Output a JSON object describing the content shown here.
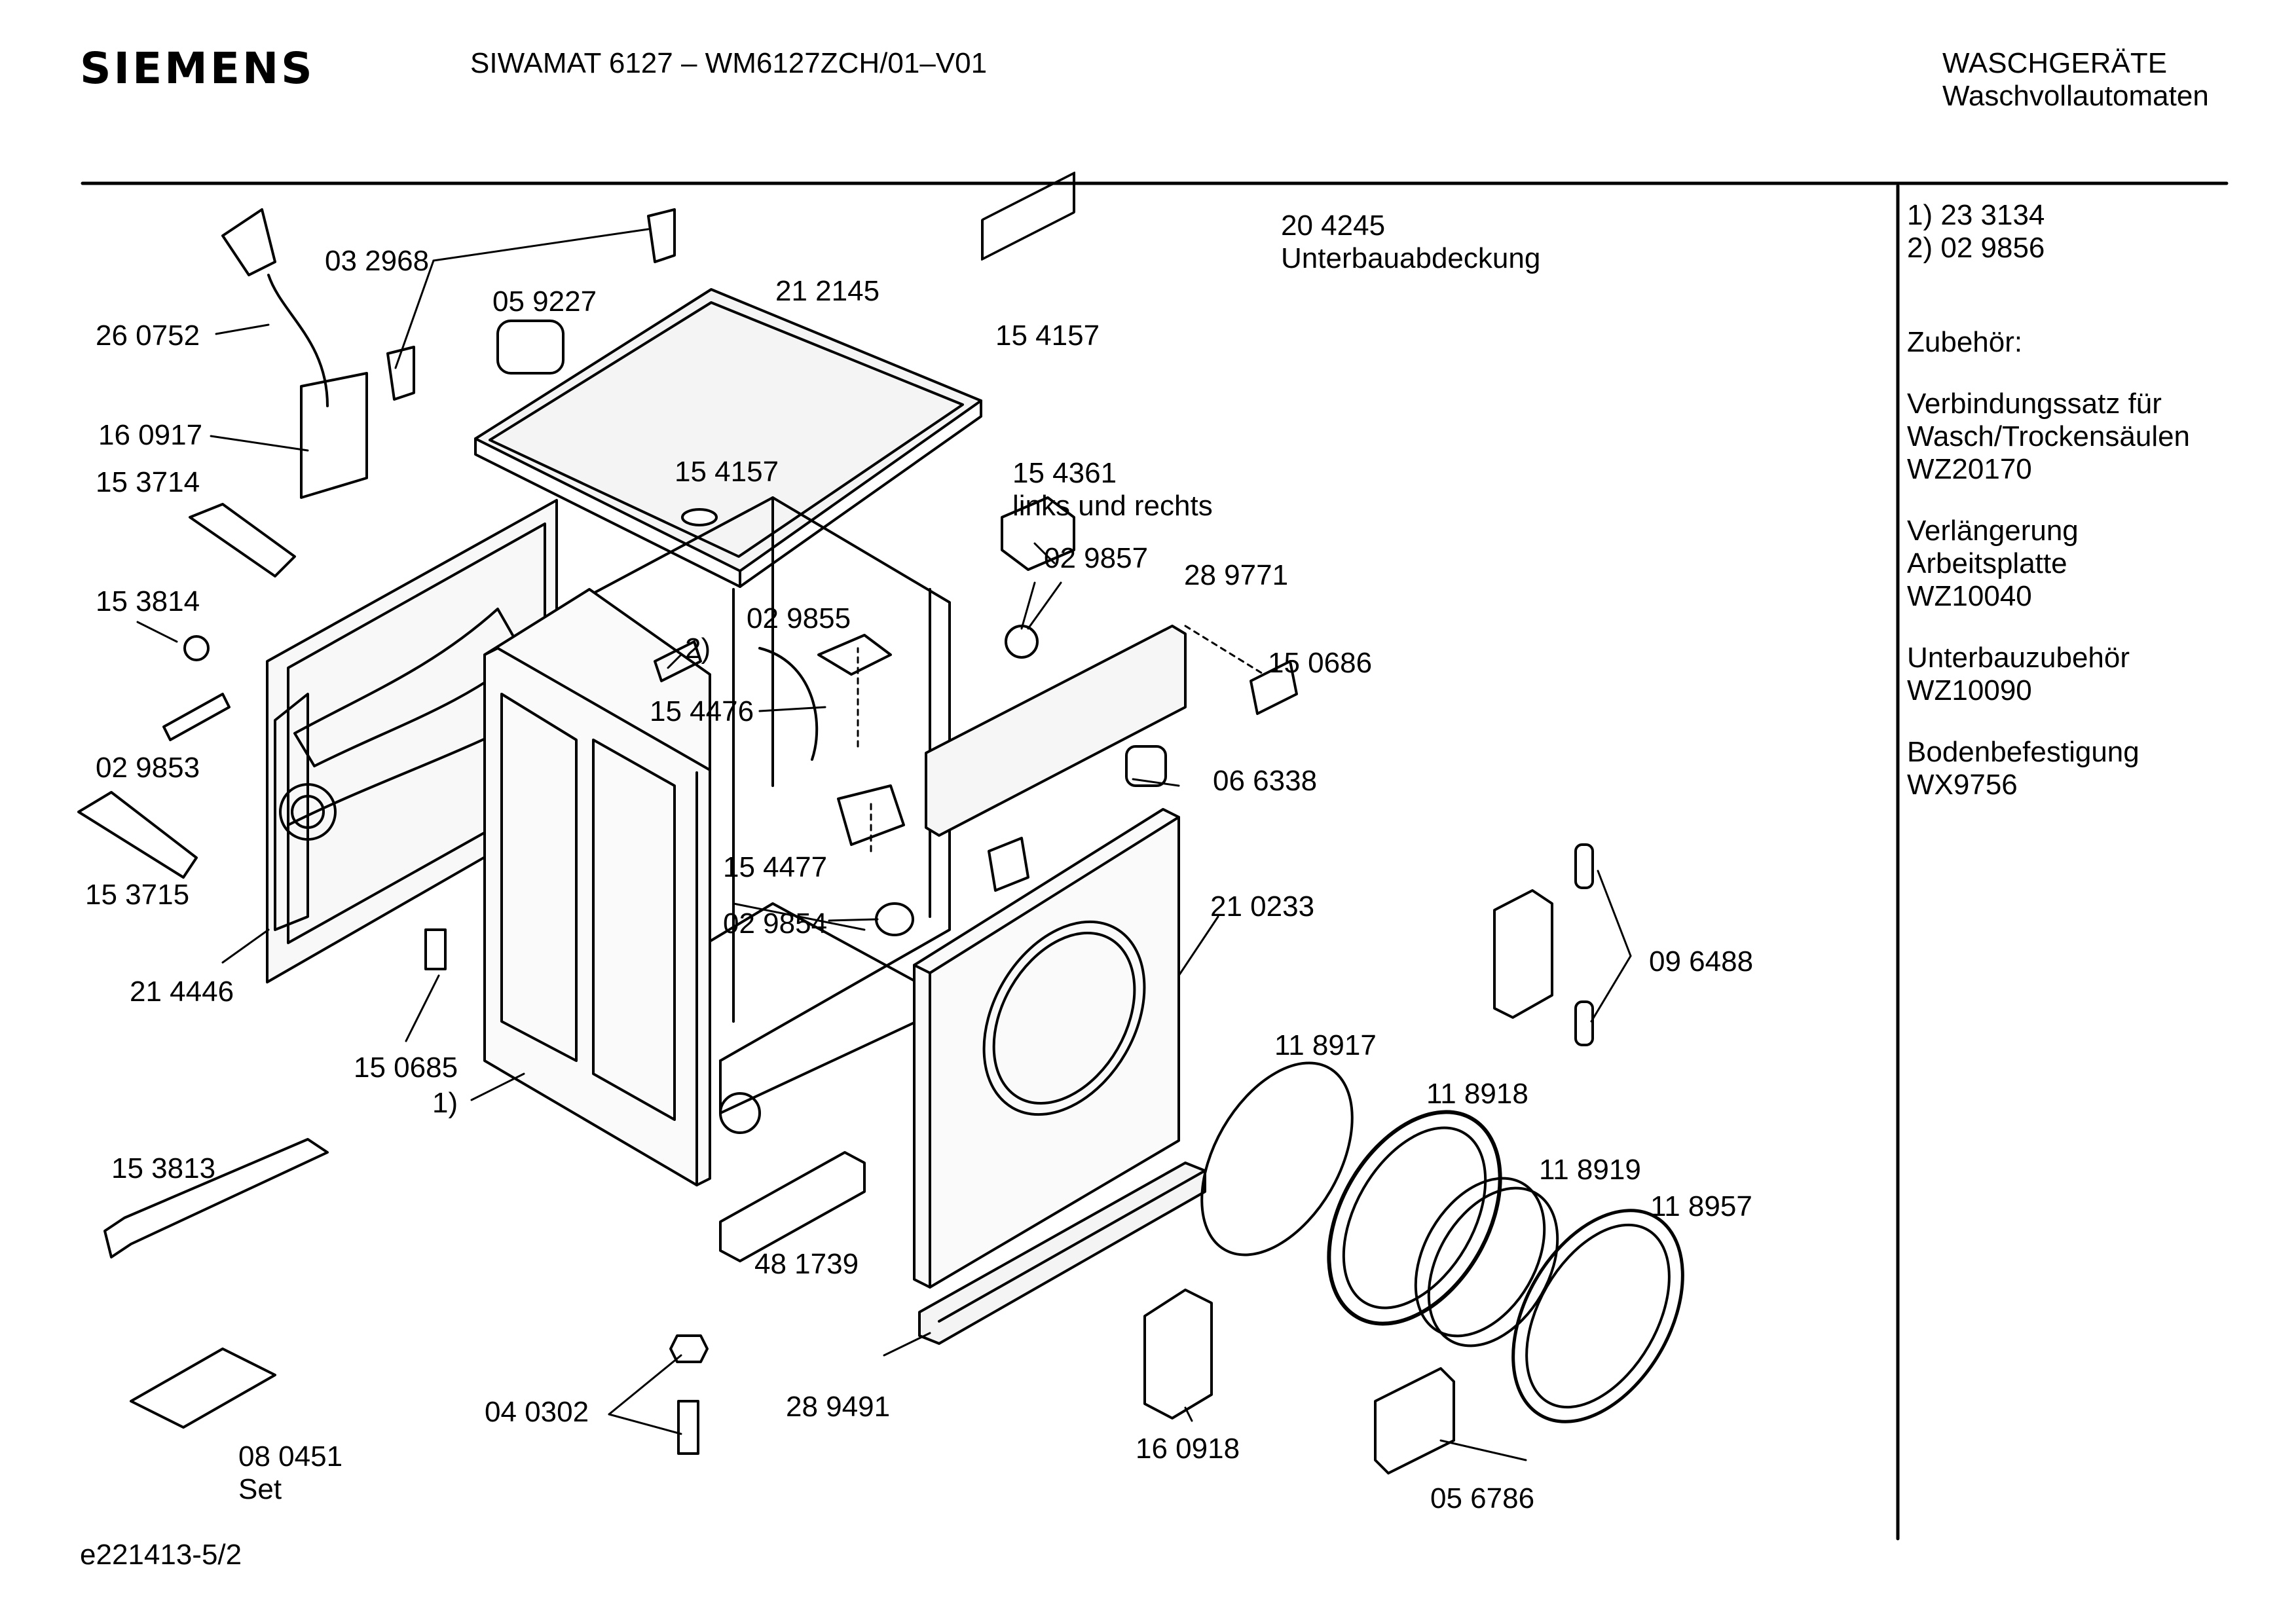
{
  "header": {
    "brand": "SIEMENS",
    "model": "SIWAMAT 6127 – WM6127ZCH/01–V01",
    "category": "WASCHGERÄTE",
    "subcategory": "Waschvollautomaten"
  },
  "parts": {
    "p260752": "26 0752",
    "p032968": "03 2968",
    "p059227": "05 9227",
    "p212145": "21 2145",
    "p204245": "20 4245",
    "p204245_desc": "Unterbauabdeckung",
    "p154157a": "15 4157",
    "p160917": "16 0917",
    "p153714": "15 3714",
    "p154157b": "15 4157",
    "p154361": "15 4361",
    "p154361_desc": "links und rechts",
    "p029857": "02 9857",
    "p289771": "28 9771",
    "p153814": "15 3814",
    "p029855": "02 9855",
    "p2": "2)",
    "p150686": "15 0686",
    "p154476": "15 4476",
    "p029853": "02 9853",
    "p066338": "06 6338",
    "p153715": "15 3715",
    "p154477": "15 4477",
    "p210233": "21 0233",
    "p029854": "02 9854",
    "p096488": "09 6488",
    "p214446": "21 4446",
    "p118917": "11 8917",
    "p150685": "15 0685",
    "p1": "1)",
    "p118918": "11 8918",
    "p118919": "11 8919",
    "p153813": "15 3813",
    "p118957": "11 8957",
    "p481739": "48 1739",
    "p040302": "04 0302",
    "p289491": "28 9491",
    "p080451": "08 0451",
    "p080451_desc": "Set",
    "p160918": "16 0918",
    "p056786": "05 6786"
  },
  "sidebar": {
    "note1": "1) 23 3134",
    "note2": "2) 02 9856",
    "accessories_title": "Zubehör:",
    "acc1_line1": "Verbindungssatz für",
    "acc1_line2": "Wasch/Trockensäulen",
    "acc1_code": "WZ20170",
    "acc2_line1": "Verlängerung",
    "acc2_line2": "Arbeitsplatte",
    "acc2_code": "WZ10040",
    "acc3_line1": "Unterbauzubehör",
    "acc3_code": "WZ10090",
    "acc4_line1": "Bodenbefestigung",
    "acc4_code": "WX9756"
  },
  "footer": {
    "doc_id": "e221413-5/2"
  }
}
